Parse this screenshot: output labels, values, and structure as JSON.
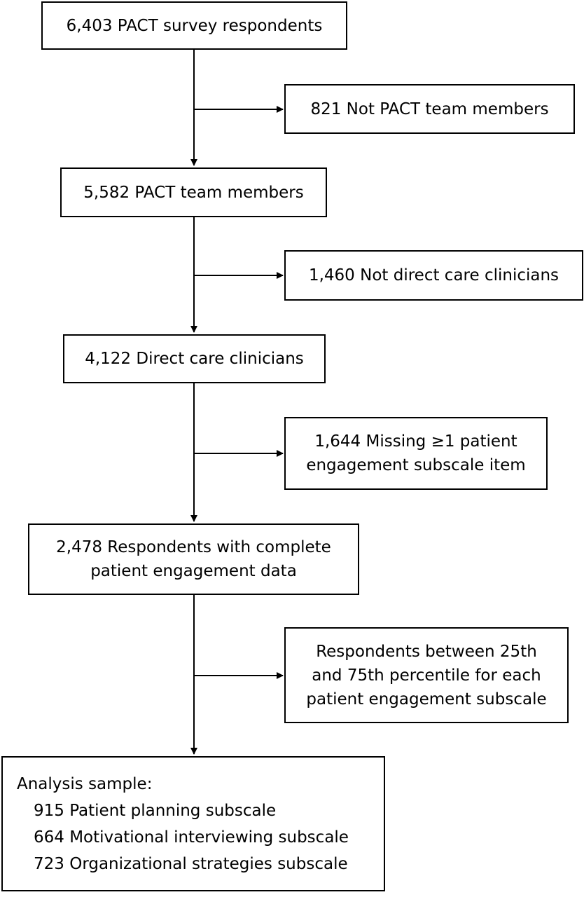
{
  "flow": {
    "box1": {
      "lines": [
        "6,403 PACT survey respondents"
      ]
    },
    "excl1": {
      "lines": [
        "821 Not PACT team members"
      ]
    },
    "box2": {
      "lines": [
        "5,582 PACT team members"
      ]
    },
    "excl2": {
      "lines": [
        "1,460 Not direct care clinicians"
      ]
    },
    "box3": {
      "lines": [
        "4,122 Direct care clinicians"
      ]
    },
    "excl3": {
      "lines": [
        "1,644 Missing ≥1 patient",
        "engagement subscale item"
      ]
    },
    "box4": {
      "lines": [
        "2,478 Respondents with complete",
        "patient engagement data"
      ]
    },
    "excl4": {
      "lines": [
        "Respondents between 25th",
        "and 75th percentile for each",
        "patient engagement subscale"
      ]
    },
    "final": {
      "heading": "Analysis sample:",
      "items": [
        "915 Patient planning subscale",
        "664 Motivational interviewing subscale",
        "723 Organizational strategies subscale"
      ]
    }
  }
}
